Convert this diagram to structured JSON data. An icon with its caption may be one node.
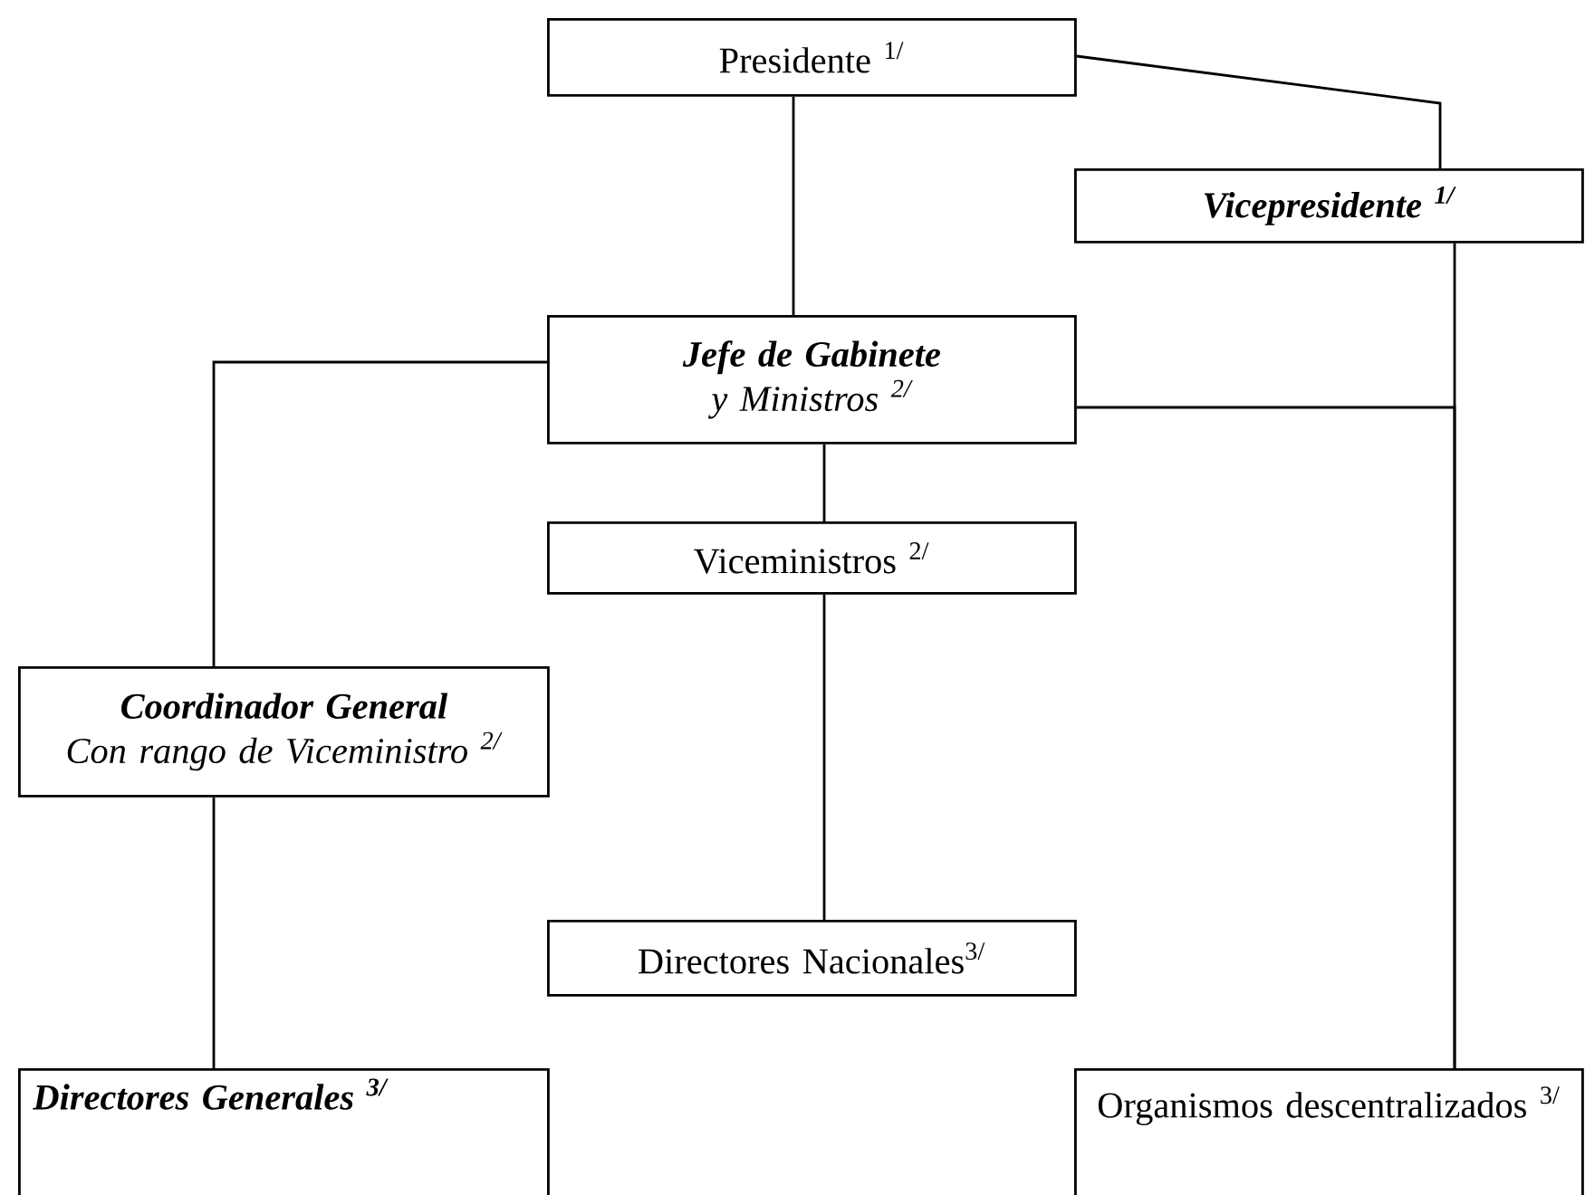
{
  "diagram": {
    "nodes": [
      {
        "text": [
          "Presidente $^{1/}$"
        ]
      },
      {
        "text": [
          "Vicepresidente $^{1/}$"
        ]
      },
      {
        "text": [
          "Jefe de Gabinete",
          "y Ministros $^{2/}$"
        ]
      },
      {
        "text": [
          "Viceministros $^{2/}$"
        ]
      },
      {
        "text": [
          "Coordinador General",
          "Con rango de Viceministro $^{2/}$"
        ]
      },
      {
        "text": [
          "Directores Nacionales$^{3/}$"
        ]
      },
      {
        "text": [
          "Directores Generales $^{3/}$"
        ]
      },
      {
        "text": [
          "Organismos descentralizados $^{3/}$"
        ]
      }
    ],
    "edges": [
      {
        "from": 0,
        "to": 2,
        "arrow": "none"
      },
      {
        "from": 0,
        "to": 1,
        "arrow": "none"
      },
      {
        "from": 1,
        "to": 7,
        "arrow": "none"
      },
      {
        "from": 2,
        "to": 7,
        "arrow": "none"
      },
      {
        "from": 2,
        "to": 4,
        "arrow": "none"
      },
      {
        "from": 2,
        "to": 3,
        "arrow": "none"
      },
      {
        "from": 3,
        "to": 5,
        "arrow": "none"
      },
      {
        "from": 4,
        "to": 6,
        "arrow": "none"
      }
    ]
  }
}
